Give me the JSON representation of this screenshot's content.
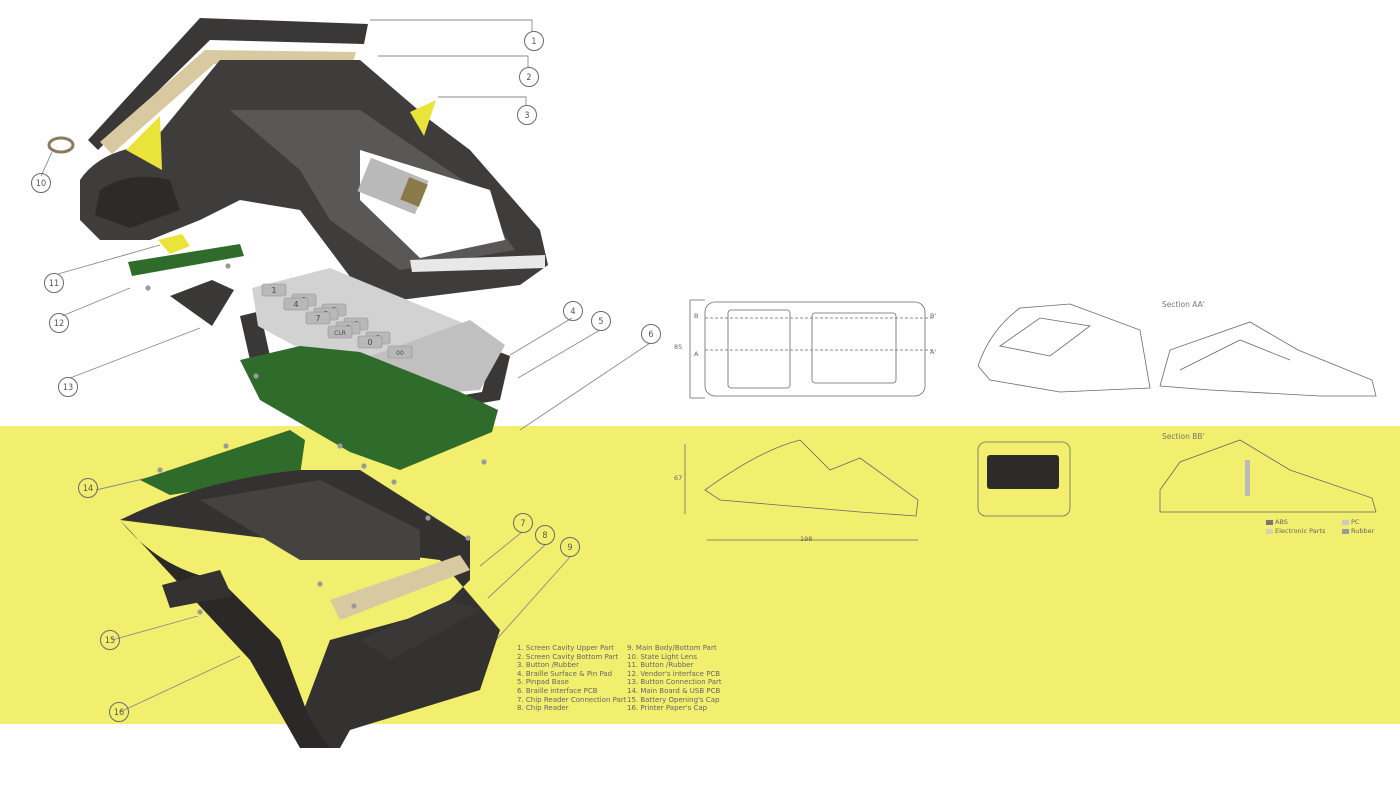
{
  "callouts": [
    "1",
    "2",
    "3",
    "4",
    "5",
    "6",
    "7",
    "8",
    "9",
    "10",
    "11",
    "12",
    "13",
    "14",
    "15",
    "16"
  ],
  "parts_list": {
    "left": [
      "1. Screen Cavity  Upper Part",
      "2. Screen Cavity Bottom Part",
      "3. Button /Rubber",
      "4. Braille Surface & Pin Pad",
      "5. Pinpad Base",
      "6. Braille interface PCB",
      "7. Chip Reader Connection Part",
      "8. Chip Reader"
    ],
    "right": [
      "9.   Main Body/Bottom Part",
      "10. State Light Lens",
      "11. Button /Rubber",
      "12. Vendor's interface PCB",
      "13. Button Connection Part",
      "14. Main Board & USB PCB",
      "15. Battery Opening's Cap",
      "16. Printer Paper's Cap"
    ]
  },
  "drawings": {
    "section_aa": "Section AA'",
    "section_bb": "Section BB'",
    "marker_b": "B",
    "marker_a": "A",
    "marker_b_prime": "B'",
    "marker_a_prime": "A'",
    "dim_width": "85",
    "dim_height": "67",
    "dim_length": "198"
  },
  "materials": {
    "items": [
      {
        "label": "ABS",
        "color": "#777777"
      },
      {
        "label": "Electronic Parts",
        "color": "#d8d4a8"
      },
      {
        "label": "PC",
        "color": "#c9c9c9"
      },
      {
        "label": "Rubber",
        "color": "#9a9a9a"
      }
    ]
  },
  "keypad_keys": [
    "1",
    "2",
    "3",
    "4",
    "5",
    "6",
    "7",
    "8",
    "9",
    "CLR",
    "0",
    "00"
  ],
  "colors": {
    "band": "#f2ef6e",
    "body": "#3d3b39",
    "accent": "#e9e33a",
    "pcb": "#2f6b2a",
    "keys": "#c8c8c8"
  }
}
